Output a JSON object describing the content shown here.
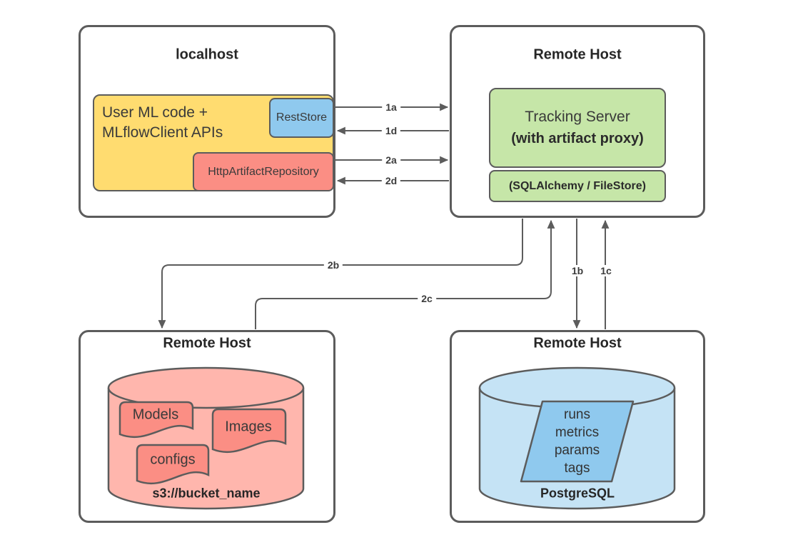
{
  "localhost": {
    "title": "localhost",
    "user_code": [
      "User ML code +",
      "MLflowClient APIs"
    ],
    "rest_store_label": "RestStore",
    "artifact_repo_label": "HttpArtifactRepository"
  },
  "tracking_host": {
    "title": "Remote Host",
    "server_title": "Tracking Server",
    "server_subtitle": "(with artifact proxy)",
    "backend_label": "(SQLAlchemy / FileStore)"
  },
  "artifact_host": {
    "title": "Remote Host",
    "objects": [
      "Models",
      "Images",
      "configs"
    ],
    "bucket_label": "s3://bucket_name"
  },
  "db_host": {
    "title": "Remote Host",
    "tables": [
      "runs",
      "metrics",
      "params",
      "tags"
    ],
    "db_label": "PostgreSQL"
  },
  "edges": {
    "e1a": "1a",
    "e1d": "1d",
    "e2a": "2a",
    "e2d": "2d",
    "e2b": "2b",
    "e2c": "2c",
    "e1b": "1b",
    "e1c": "1c"
  },
  "colors": {
    "border": "#5c5c5c",
    "line": "#5c5c5c",
    "yellow_box": "#ffdc70",
    "blue_box": "#8fc9ee",
    "red_box": "#fb8e84",
    "green_box": "#c6e6a8",
    "pink_cylinder": "#ffb6ad",
    "blue_cylinder": "#c5e3f5",
    "text": "#3a3a3a"
  }
}
